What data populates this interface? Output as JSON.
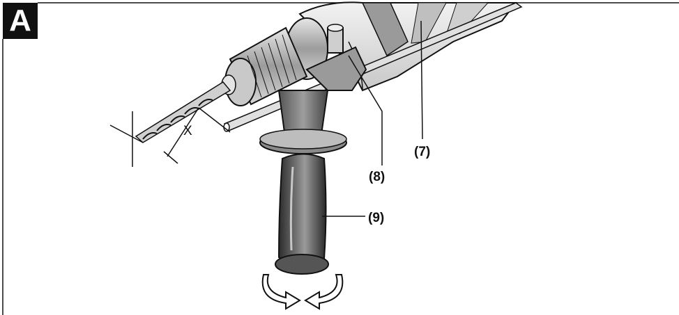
{
  "figure": {
    "label": "A"
  },
  "callouts": {
    "depth_stop": "(7)",
    "clamp_screw": "(8)",
    "auxiliary_handle": "(9)"
  },
  "dimension": {
    "label": "X"
  },
  "colors": {
    "ink": "#111111",
    "handle_dark": "#3a3a3a",
    "handle_mid": "#6e6e6e",
    "body_grey": "#d9d9d9",
    "chuck_grey": "#b5b5b5",
    "background": "#ffffff"
  }
}
